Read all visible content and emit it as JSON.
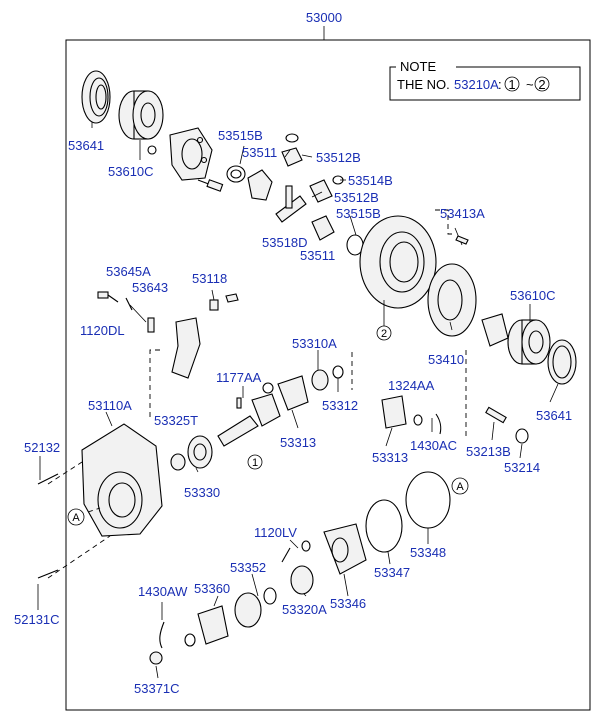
{
  "diagram": {
    "assembly_number": "53000",
    "note": {
      "title": "NOTE",
      "prefix": "THE NO.",
      "ref": "53210A",
      "sep": ":",
      "from": "1",
      "dash": "~",
      "to": "2"
    },
    "labels": {
      "p53641_top": "53641",
      "p53610c_top": "53610C",
      "p53515b_a": "53515B",
      "p53511_a": "53511",
      "p53512b_a": "53512B",
      "p53514b": "53514B",
      "p53512b_b": "53512B",
      "p53515b_b": "53515B",
      "p53518d": "53518D",
      "p53511_b": "53511",
      "p53413a": "53413A",
      "p53645a": "53645A",
      "p53118": "53118",
      "p53643": "53643",
      "p1120dl": "1120DL",
      "p53610c_r": "53610C",
      "p53410": "53410",
      "p53641_r": "53641",
      "p53310a": "53310A",
      "p1177aa": "1177AA",
      "p53312": "53312",
      "p53313_a": "53313",
      "p1324aa": "1324AA",
      "p53110a": "53110A",
      "p53325t": "53325T",
      "p1430ac": "1430AC",
      "p53213b": "53213B",
      "p53313_b": "53313",
      "p53214": "53214",
      "p52132": "52132",
      "p53330": "53330",
      "p1120lv": "1120LV",
      "p53352": "53352",
      "p53348": "53348",
      "p53347": "53347",
      "p1430aw": "1430AW",
      "p53360": "53360",
      "p53346": "53346",
      "p53320a": "53320A",
      "p52131c": "52131C",
      "p53371c": "53371C"
    },
    "markers": {
      "one_note": "1",
      "two_note": "2",
      "two_gear": "2",
      "one_shaft": "1",
      "a_left": "A",
      "a_right": "A"
    }
  }
}
